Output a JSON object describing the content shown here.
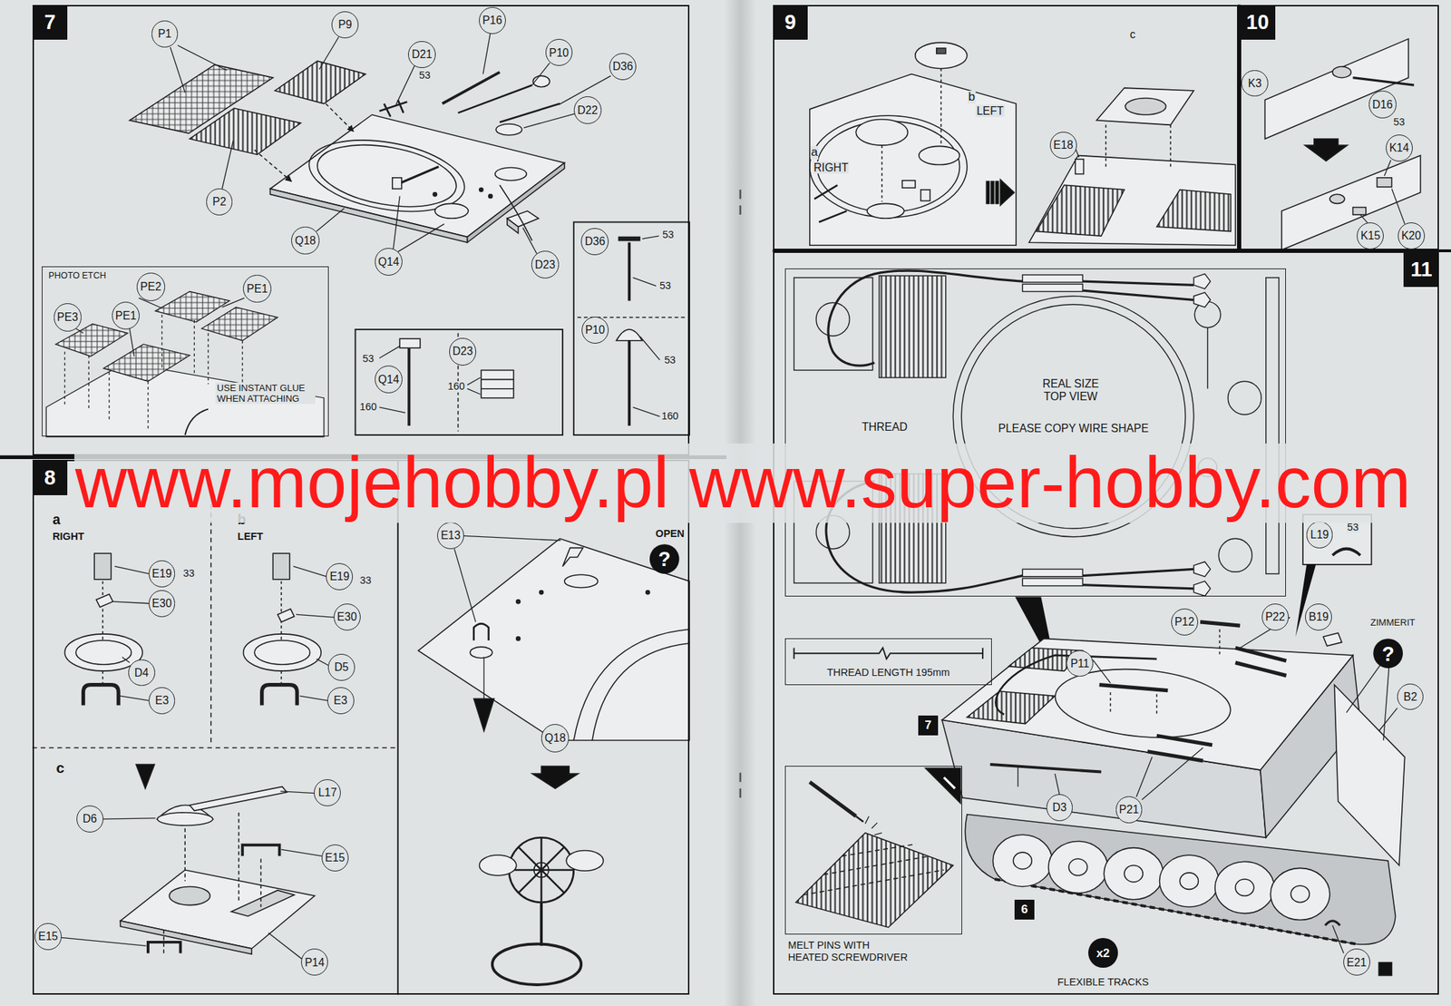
{
  "diagram": {
    "nodes": [
      {
        "text": [
          "7"
        ]
      },
      {
        "text": [
          "P1"
        ],
        "in": 0
      },
      {
        "text": [
          "P9"
        ],
        "in": 0
      },
      {
        "text": [
          "D21"
        ],
        "in": 0
      },
      {
        "text": [
          "P16"
        ],
        "in": 0
      },
      {
        "text": [
          "P10"
        ],
        "in": 0
      },
      {
        "text": [
          "D36"
        ],
        "in": 0
      },
      {
        "text": [
          "D22"
        ],
        "in": 0
      },
      {
        "text": [
          "P2"
        ],
        "in": 0
      },
      {
        "text": [
          "Q18"
        ],
        "in": 0
      },
      {
        "text": [
          "Q14"
        ],
        "in": 0
      },
      {
        "text": [
          "D23"
        ],
        "in": 0
      },
      {
        "text": [
          "PHOTO ETCH",
          "USE INSTANT GLUE WHEN ATTACHING"
        ],
        "in": 0
      },
      {
        "text": [
          "PE2"
        ],
        "in": 12
      },
      {
        "text": [
          "PE1"
        ],
        "in": 12
      },
      {
        "text": [
          "PE3"
        ],
        "in": 12
      },
      {
        "text": [
          "PE1"
        ],
        "in": 12
      },
      {
        "text": [
          "Q14"
        ],
        "in": 0
      },
      {
        "text": [
          "D23"
        ],
        "in": 0
      },
      {
        "text": [
          "D36"
        ],
        "in": 0
      },
      {
        "text": [
          "P10"
        ],
        "in": 0
      },
      {
        "text": [
          "8"
        ]
      },
      {
        "text": [
          "E19"
        ],
        "in": 21
      },
      {
        "text": [
          "E30"
        ],
        "in": 21
      },
      {
        "text": [
          "D4"
        ],
        "in": 21
      },
      {
        "text": [
          "E3"
        ],
        "in": 21
      },
      {
        "text": [
          "E19"
        ],
        "in": 21
      },
      {
        "text": [
          "E30"
        ],
        "in": 21
      },
      {
        "text": [
          "D5"
        ],
        "in": 21
      },
      {
        "text": [
          "E3"
        ],
        "in": 21
      },
      {
        "text": [
          "E13"
        ],
        "in": 21
      },
      {
        "text": [
          "Q18"
        ],
        "in": 21
      },
      {
        "text": [
          "L17"
        ],
        "in": 21
      },
      {
        "text": [
          "D6"
        ],
        "in": 21
      },
      {
        "text": [
          "E15"
        ],
        "in": 21
      },
      {
        "text": [
          "E15"
        ],
        "in": 21
      },
      {
        "text": [
          "P14"
        ],
        "in": 21
      },
      {
        "text": [
          "9"
        ]
      },
      {
        "text": [
          "E18"
        ],
        "in": 37
      },
      {
        "text": [
          "10"
        ]
      },
      {
        "text": [
          "K3"
        ],
        "in": 39
      },
      {
        "text": [
          "D16"
        ],
        "in": 39
      },
      {
        "text": [
          "K14"
        ],
        "in": 39
      },
      {
        "text": [
          "K15"
        ],
        "in": 39
      },
      {
        "text": [
          "K20"
        ],
        "in": 39
      },
      {
        "text": [
          "11"
        ]
      },
      {
        "text": [
          "THREAD",
          "REAL SIZE TOP VIEW",
          "PLEASE COPY WIRE SHAPE"
        ],
        "in": 45
      },
      {
        "text": [
          "L19"
        ],
        "in": 45
      },
      {
        "text": [
          "P12"
        ],
        "in": 45
      },
      {
        "text": [
          "P22"
        ],
        "in": 45
      },
      {
        "text": [
          "B19"
        ],
        "in": 45
      },
      {
        "text": [
          "B2"
        ],
        "in": 45
      },
      {
        "text": [
          "P11"
        ],
        "in": 45
      },
      {
        "text": [
          "D3"
        ],
        "in": 45
      },
      {
        "text": [
          "P21"
        ],
        "in": 45
      },
      {
        "text": [
          "THREAD LENGTH 195mm"
        ],
        "in": 45
      },
      {
        "text": [
          "MELT PINS WITH HEATED SCREWDRIVER"
        ],
        "in": 45
      },
      {
        "text": [
          "7"
        ],
        "in": 45
      },
      {
        "text": [
          "6"
        ],
        "in": 45
      },
      {
        "text": [
          "x2"
        ],
        "in": 45
      },
      {
        "text": [
          "E21"
        ],
        "in": 45
      }
    ],
    "labels": [
      "53",
      "53",
      "160",
      "160",
      "53",
      "53",
      "53",
      "160",
      "a",
      "RIGHT",
      "b",
      "LEFT",
      "33",
      "33",
      "c",
      "OPEN",
      "?",
      "a",
      "RIGHT",
      "b",
      "LEFT",
      "c",
      "53",
      "53",
      "ZIMMERIT",
      "?",
      "FLEXIBLE TRACKS",
      "www.mojehobby.pl www.super-hobby.com"
    ]
  }
}
